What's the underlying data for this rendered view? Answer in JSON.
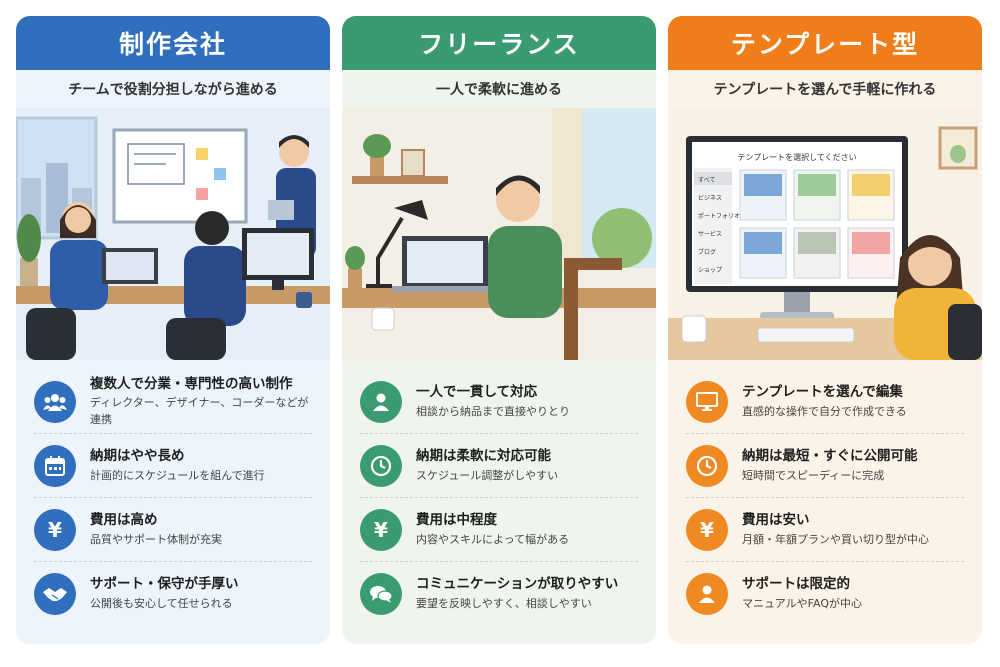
{
  "columns": [
    {
      "title": "制作会社",
      "subtitle": "チームで役割分担しながら進める",
      "features": [
        {
          "icon": "team-icon",
          "title": "複数人で分業・専門性の高い制作",
          "desc": "ディレクター、デザイナー、コーダーなどが連携"
        },
        {
          "icon": "calendar-icon",
          "title": "納期はやや長め",
          "desc": "計画的にスケジュールを組んで進行"
        },
        {
          "icon": "yen-icon",
          "title": "費用は高め",
          "desc": "品質やサポート体制が充実"
        },
        {
          "icon": "handshake-icon",
          "title": "サポート・保守が手厚い",
          "desc": "公開後も安心して任せられる"
        }
      ]
    },
    {
      "title": "フリーランス",
      "subtitle": "一人で柔軟に進める",
      "features": [
        {
          "icon": "person-icon",
          "title": "一人で一貫して対応",
          "desc": "相談から納品まで直接やりとり"
        },
        {
          "icon": "clock-icon",
          "title": "納期は柔軟に対応可能",
          "desc": "スケジュール調整がしやすい"
        },
        {
          "icon": "yen-icon",
          "title": "費用は中程度",
          "desc": "内容やスキルによって幅がある"
        },
        {
          "icon": "chat-icon",
          "title": "コミュニケーションが取りやすい",
          "desc": "要望を反映しやすく、相談しやすい"
        }
      ]
    },
    {
      "title": "テンプレート型",
      "subtitle": "テンプレートを選んで手軽に作れる",
      "screen": {
        "heading": "テンプレートを選択してください",
        "menu": [
          "すべて",
          "ビジネス",
          "ポートフォリオ",
          "サービス",
          "ブログ",
          "ショップ"
        ]
      },
      "features": [
        {
          "icon": "monitor-icon",
          "title": "テンプレートを選んで編集",
          "desc": "直感的な操作で自分で作成できる"
        },
        {
          "icon": "clock-icon",
          "title": "納期は最短・すぐに公開可能",
          "desc": "短時間でスピーディーに完成"
        },
        {
          "icon": "yen-icon",
          "title": "費用は安い",
          "desc": "月額・年額プランや買い切り型が中心"
        },
        {
          "icon": "person-icon",
          "title": "サポートは限定的",
          "desc": "マニュアルやFAQが中心"
        }
      ]
    }
  ],
  "colors": {
    "agency": "#2f6fbd",
    "freelance": "#3a9a72",
    "template": "#ef7e1a"
  }
}
